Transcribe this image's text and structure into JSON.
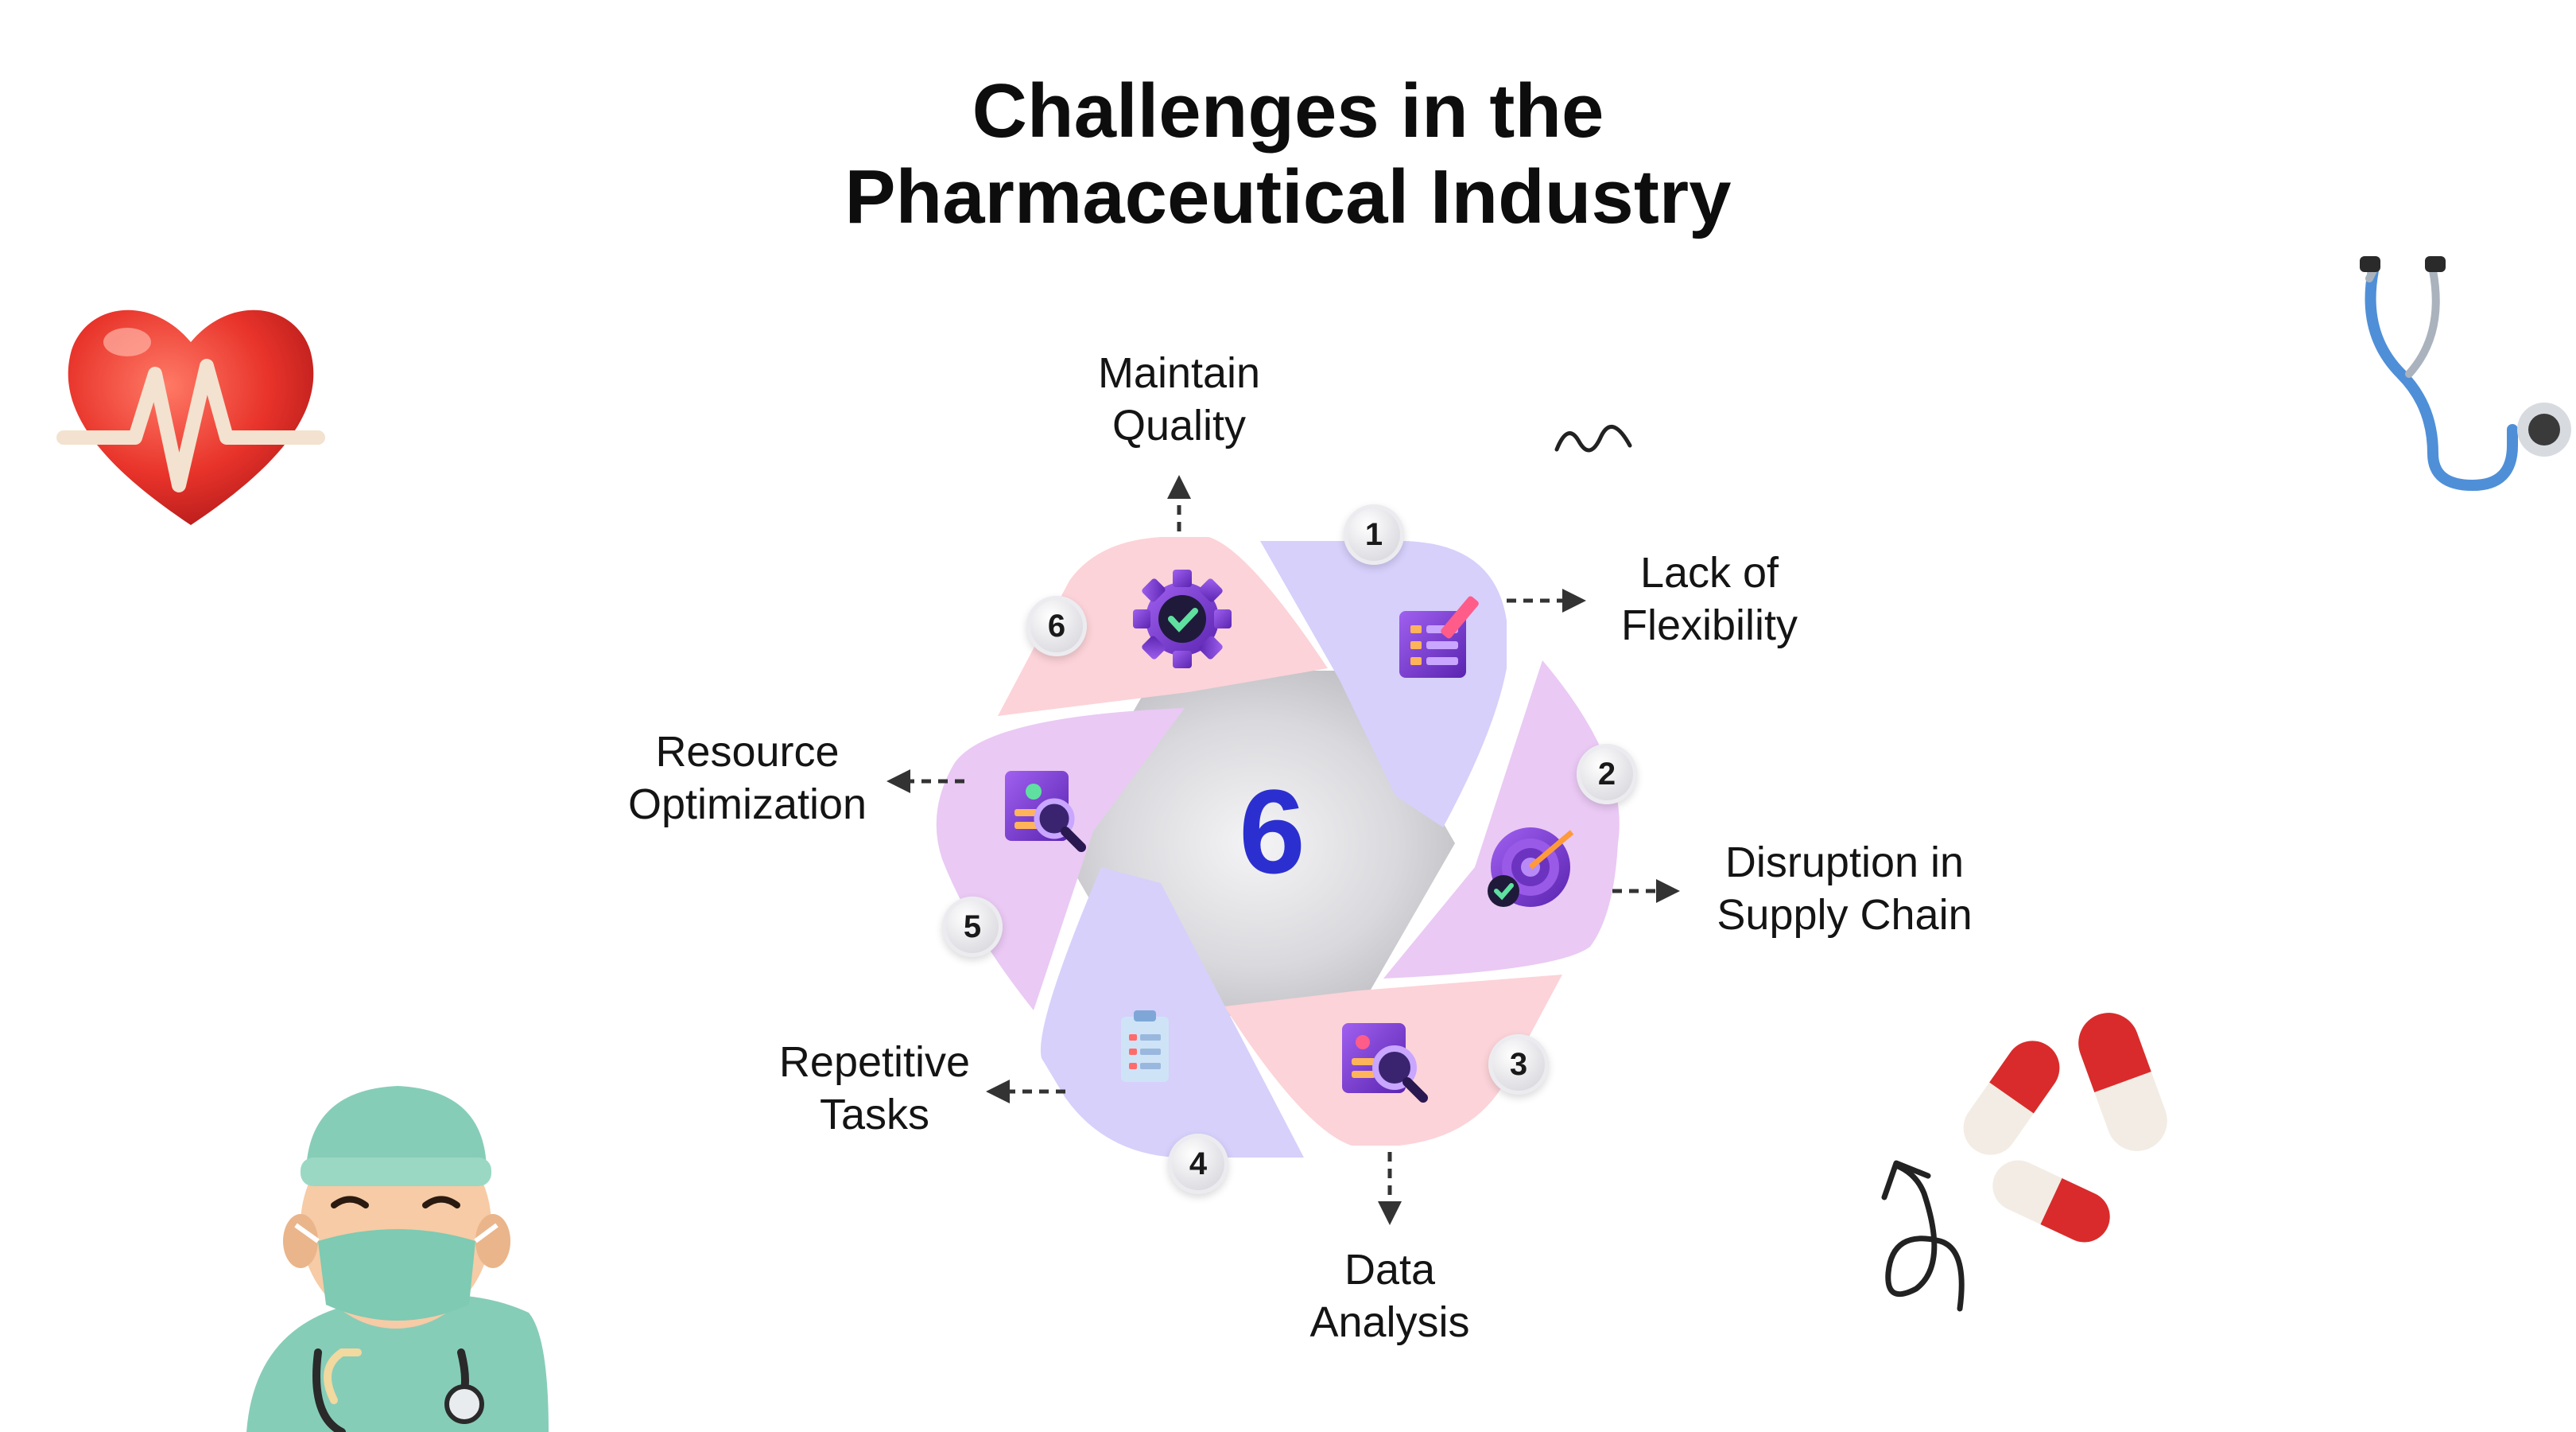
{
  "title": {
    "line1": "Challenges in the",
    "line2": "Pharmaceutical Industry"
  },
  "center": {
    "number": "6"
  },
  "steps": [
    {
      "number": "1",
      "label_line1": "Lack of",
      "label_line2": "Flexibility",
      "icon": "checklist-pencil-icon",
      "color": "#d6d0fb"
    },
    {
      "number": "2",
      "label_line1": "Disruption in",
      "label_line2": "Supply Chain",
      "icon": "target-arrow-icon",
      "color": "#eac9f4"
    },
    {
      "number": "3",
      "label_line1": "Data",
      "label_line2": "Analysis",
      "icon": "document-magnifier-icon",
      "color": "#fcd3d8"
    },
    {
      "number": "4",
      "label_line1": "Repetitive",
      "label_line2": "Tasks",
      "icon": "clipboard-icon",
      "color": "#d6d0fb"
    },
    {
      "number": "5",
      "label_line1": "Resource",
      "label_line2": "Optimization",
      "icon": "document-chart-magnifier-icon",
      "color": "#eac9f4"
    },
    {
      "number": "6",
      "label_line1": "Maintain",
      "label_line2": "Quality",
      "icon": "gear-check-icon",
      "color": "#fcd3d8"
    }
  ],
  "decor": {
    "heart": "heartbeat-heart-icon",
    "stethoscope": "stethoscope-icon",
    "pills": "capsule-pills-icon",
    "doctor": "doctor-avatar-icon",
    "squiggle": "squiggle-line-icon",
    "loop_arrow": "loop-arrow-icon"
  },
  "colors": {
    "center_number": "#2c2fd0",
    "lavender": "#d6d0fb",
    "pink": "#fcd3d8",
    "orchid": "#eac9f4",
    "icon_purple": "#7a3fd0"
  }
}
